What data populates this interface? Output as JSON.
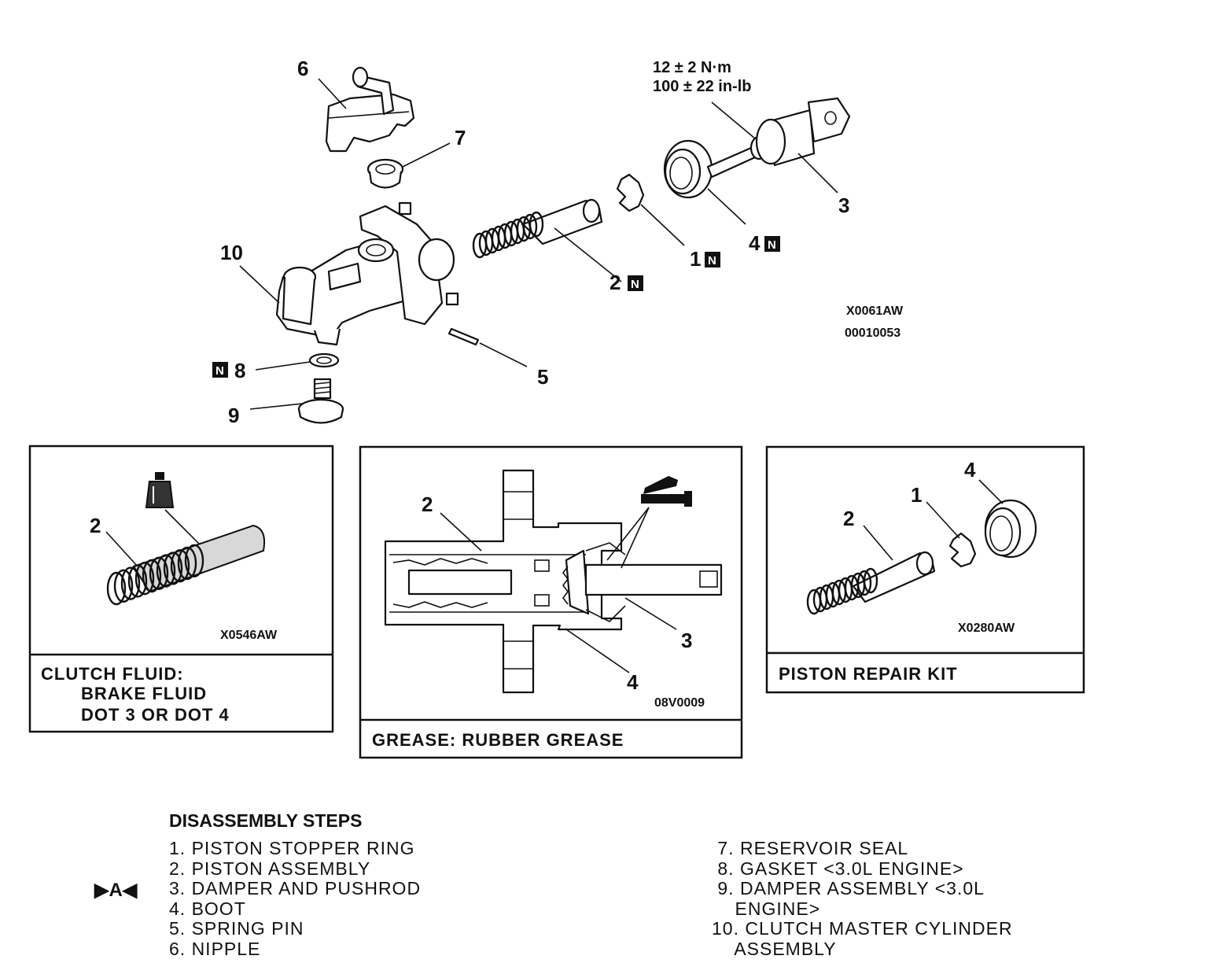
{
  "callouts": {
    "c1": "1",
    "c2": "2",
    "c3": "3",
    "c4": "4",
    "c5": "5",
    "c6": "6",
    "c7": "7",
    "c8": "8",
    "c9": "9",
    "c10": "10",
    "new_marker": "N"
  },
  "torque": {
    "line1": "12 ± 2 N·m",
    "line2": "100 ± 22 in-lb"
  },
  "figure_codes": {
    "main": "X0061AW",
    "main_sub": "00010053",
    "panel1": "X0546AW",
    "panel2": "08V0009",
    "panel3": "X0280AW"
  },
  "panels": {
    "fluid": {
      "line1": "CLUTCH FLUID:",
      "line2": "BRAKE FLUID",
      "line3": "DOT 3 OR DOT 4"
    },
    "grease": {
      "caption": "GREASE: RUBBER GREASE"
    },
    "kit": {
      "caption": "PISTON REPAIR KIT"
    }
  },
  "steps": {
    "title": "DISASSEMBLY STEPS",
    "marker": "▶A◀",
    "left": [
      "1. PISTON STOPPER RING",
      "2. PISTON ASSEMBLY",
      "3. DAMPER AND PUSHROD",
      "4. BOOT",
      "5. SPRING PIN",
      "6. NIPPLE"
    ],
    "right": [
      " 7. RESERVOIR SEAL",
      " 8. GASKET <3.0L ENGINE>",
      " 9. DAMPER ASSEMBLY <3.0L",
      "    ENGINE>",
      "10. CLUTCH MASTER CYLINDER",
      "    ASSEMBLY"
    ]
  }
}
